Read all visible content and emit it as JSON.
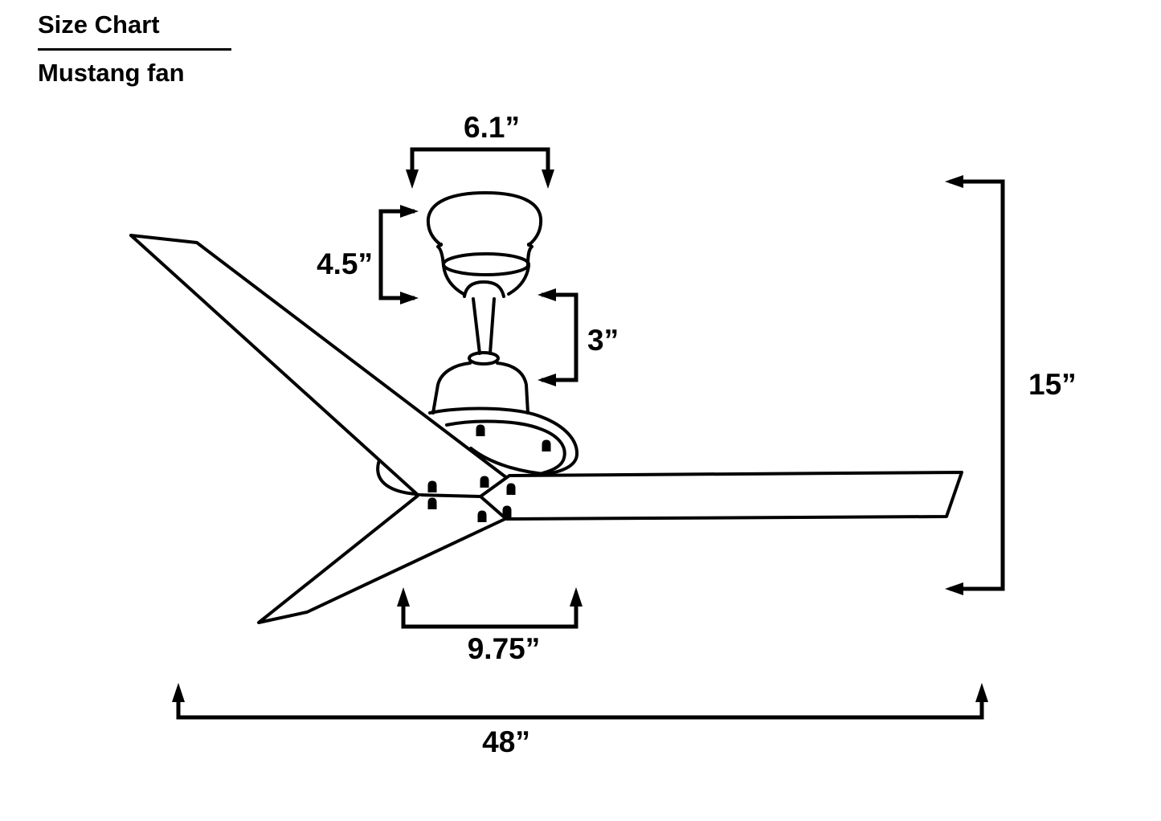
{
  "title": "Size Chart",
  "subtitle": "Mustang fan",
  "dimensions": {
    "canopy_width": "6.1”",
    "canopy_height": "4.5”",
    "downrod_length": "3”",
    "fan_height": "15”",
    "motor_width": "9.75”",
    "blade_span": "48”"
  },
  "colors": {
    "line": "#000000",
    "background": "#ffffff"
  }
}
